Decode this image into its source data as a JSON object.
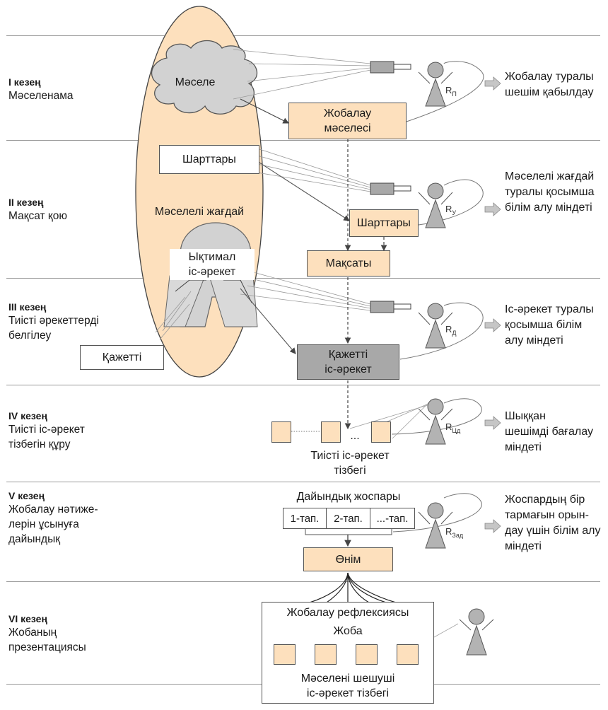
{
  "stages": [
    {
      "title": "I кезең",
      "subtitle": "Мәселенама"
    },
    {
      "title": "II кезең",
      "subtitle": "Мақсат қою"
    },
    {
      "title": "III кезең",
      "subtitle": "Тиісті әрекеттерді\nбелгілеу"
    },
    {
      "title": "IV кезең",
      "subtitle": "Тиісті іс-әрекет\nтізбегін құру"
    },
    {
      "title": "V кезең",
      "subtitle": "Жобалау нәтиже-\nлерін ұсынуға\nдайындық"
    },
    {
      "title": "VI кезең",
      "subtitle": "Жобаның\nпрезентациясы"
    }
  ],
  "ellipse": {
    "cloud_label": "Мәселе",
    "conditions_label": "Шарттары",
    "situation_label": "Мәселелі жағдай",
    "possible_action_label": "Ықтимал\nіс-әрекет",
    "necessary_label": "Қажетті"
  },
  "boxes": {
    "design_problem": "Жобалау\nмәселесі",
    "conditions": "Шарттары",
    "goals": "Мақсаты",
    "necessary_action": "Қажетті\nіс-әрекет",
    "chain_ellipsis": "...",
    "chain_caption": "Тиісті іс-әрекет\nтізбегі",
    "plan_title": "Дайындық жоспары",
    "plan_steps": [
      "1-тап.",
      "2-тап.",
      "...-тап."
    ],
    "product": "Өнім",
    "reflection": "Жобалау рефлексиясы",
    "project": "Жоба",
    "solution_chain": "Мәселені шешуші\nіс-әрекет тізбегі"
  },
  "figures": [
    {
      "sub": "П"
    },
    {
      "sub": "У"
    },
    {
      "sub": "Д"
    },
    {
      "sub": "Цд"
    },
    {
      "sub": "Зад"
    }
  ],
  "figure_letter": "R",
  "tasks": [
    "Жобалау туралы\nшешім қабылдау",
    "Мәселелі жағдай\nтуралы қосымша\nбілім алу міндеті",
    "Іс-әрекет туралы\nқосымша білім\nалу міндеті",
    "Шыққан\nшешімді бағалау\nміндеті",
    "Жоспардың бір\nтармағын орын-\nдау үшін білім алу\nміндеті"
  ],
  "colors": {
    "peach": "#fde0bd",
    "gray_box": "#a8a8a8",
    "figure": "#b3b3b3",
    "cloud": "#d2d2d2"
  }
}
